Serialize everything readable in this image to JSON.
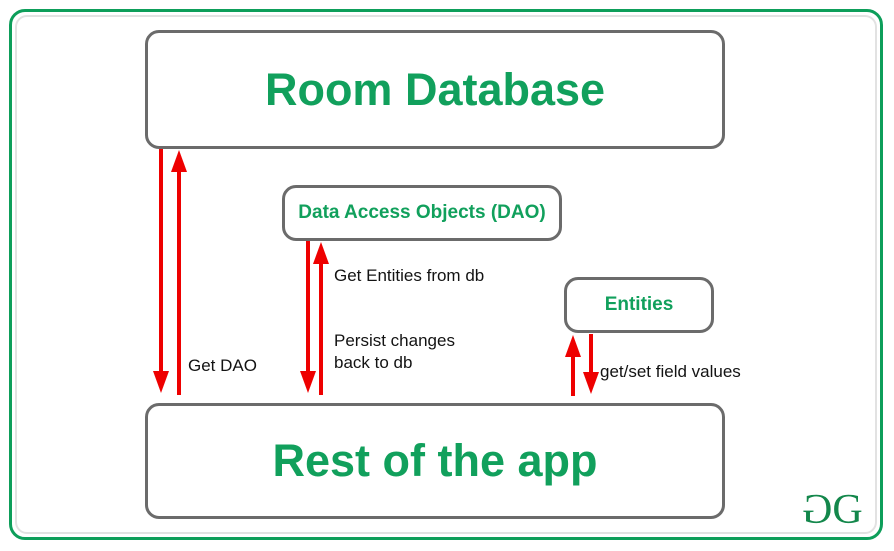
{
  "diagram": {
    "title": "Room Database architecture",
    "colors": {
      "accent_green": "#11a05c",
      "frame_green": "#0d9e5a",
      "box_border_gray": "#6b6b6b",
      "arrow_red": "#ee0000",
      "label_black": "#131313"
    },
    "nodes": [
      {
        "id": "room-database",
        "label": "Room Database"
      },
      {
        "id": "dao",
        "label": "Data Access Objects (DAO)"
      },
      {
        "id": "entities",
        "label": "Entities"
      },
      {
        "id": "rest-of-app",
        "label": "Rest of the app"
      }
    ],
    "edge_labels": [
      {
        "id": "get-dao",
        "text": "Get DAO"
      },
      {
        "id": "get-entities",
        "text": "Get Entities from db"
      },
      {
        "id": "persist-changes",
        "text": "Persist changes\nback to db"
      },
      {
        "id": "get-set-field-values",
        "text": "get/set field values"
      }
    ],
    "arrows": [
      {
        "id": "room-to-app-down",
        "direction": "down"
      },
      {
        "id": "app-to-room-up",
        "direction": "up"
      },
      {
        "id": "dao-to-app-down",
        "direction": "down"
      },
      {
        "id": "app-to-dao-up",
        "direction": "up"
      },
      {
        "id": "entities-to-app-up",
        "direction": "up"
      },
      {
        "id": "app-to-entities-down",
        "direction": "down"
      }
    ],
    "logo": {
      "mirrored_g": "G",
      "g": "G",
      "name": "geeksforgeeks-logo"
    }
  }
}
